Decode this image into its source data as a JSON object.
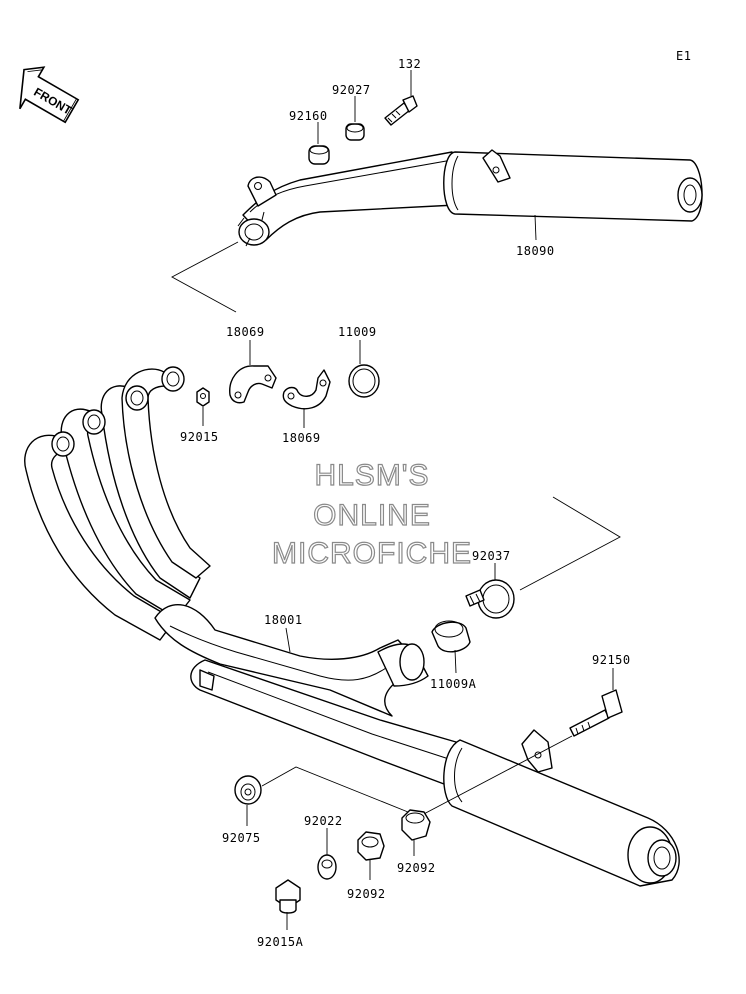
{
  "page_ref": "E1",
  "front_arrow_label": "FRONT",
  "watermark": [
    "HLSM'S",
    "ONLINE",
    "MICROFICHE"
  ],
  "parts": {
    "p132": "132",
    "p92027": "92027",
    "p92160": "92160",
    "p18090": "18090",
    "p18069_top": "18069",
    "p11009": "11009",
    "p92015": "92015",
    "p18069_bottom": "18069",
    "p92037": "92037",
    "p18001": "18001",
    "p11009A": "11009A",
    "p92150": "92150",
    "p92075": "92075",
    "p92022": "92022",
    "p92092_right": "92092",
    "p92092_left": "92092",
    "p92015A": "92015A"
  }
}
